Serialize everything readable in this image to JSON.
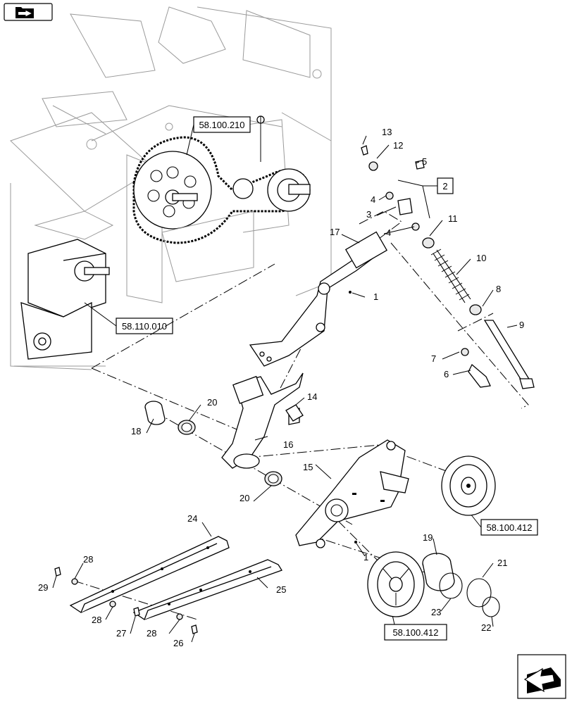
{
  "nav": {
    "back_icon": "folder-arrow-back-icon",
    "next_icon": "folder-arrow-next-icon"
  },
  "references": {
    "chain": "58.100.210",
    "gearbox": "58.110.010",
    "pulley_right": "58.100.412",
    "pulley_bottom": "58.100.412",
    "assembly": "2"
  },
  "callouts": {
    "n1a": "1",
    "n1b": "1",
    "n3": "3",
    "n4a": "4",
    "n4b": "4",
    "n5": "5",
    "n6": "6",
    "n7": "7",
    "n8": "8",
    "n9": "9",
    "n10": "10",
    "n11": "11",
    "n12": "12",
    "n13": "13",
    "n14": "14",
    "n15": "15",
    "n16": "16",
    "n17": "17",
    "n18": "18",
    "n19": "19",
    "n20a": "20",
    "n20b": "20",
    "n21": "21",
    "n22": "22",
    "n23": "23",
    "n24": "24",
    "n25": "25",
    "n26": "26",
    "n27": "27",
    "n28a": "28",
    "n28b": "28",
    "n28c": "28",
    "n29": "29"
  }
}
